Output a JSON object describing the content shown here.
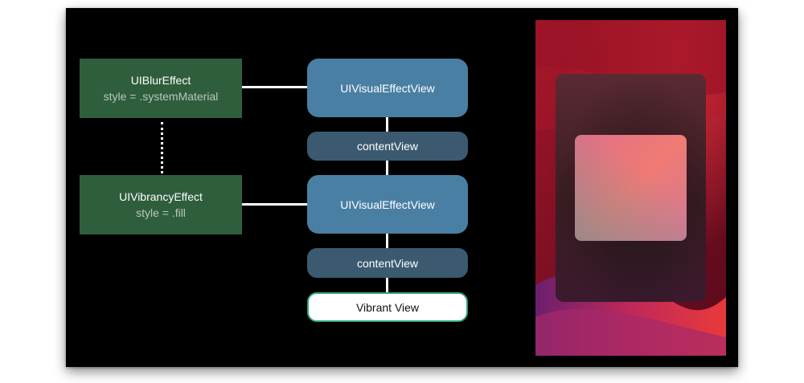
{
  "diagram": {
    "effects": [
      {
        "name": "UIBlurEffect",
        "style": "style = .systemMaterial"
      },
      {
        "name": "UIVibrancyEffect",
        "style": "style = .fill"
      }
    ],
    "views": {
      "visual_effect_view_1": "UIVisualEffectView",
      "content_view_1": "contentView",
      "visual_effect_view_2": "UIVisualEffectView",
      "content_view_2": "contentView",
      "vibrant_view": "Vibrant View"
    }
  },
  "colors": {
    "slide_background": "#000000",
    "effect_box": "#2f5e3c",
    "visual_effect_view": "#4a7fa4",
    "content_view": "#3b5a70",
    "vibrant_view_border": "#2fa57c"
  },
  "preview": {
    "description_icon": "blur-vibrancy-preview-image"
  }
}
